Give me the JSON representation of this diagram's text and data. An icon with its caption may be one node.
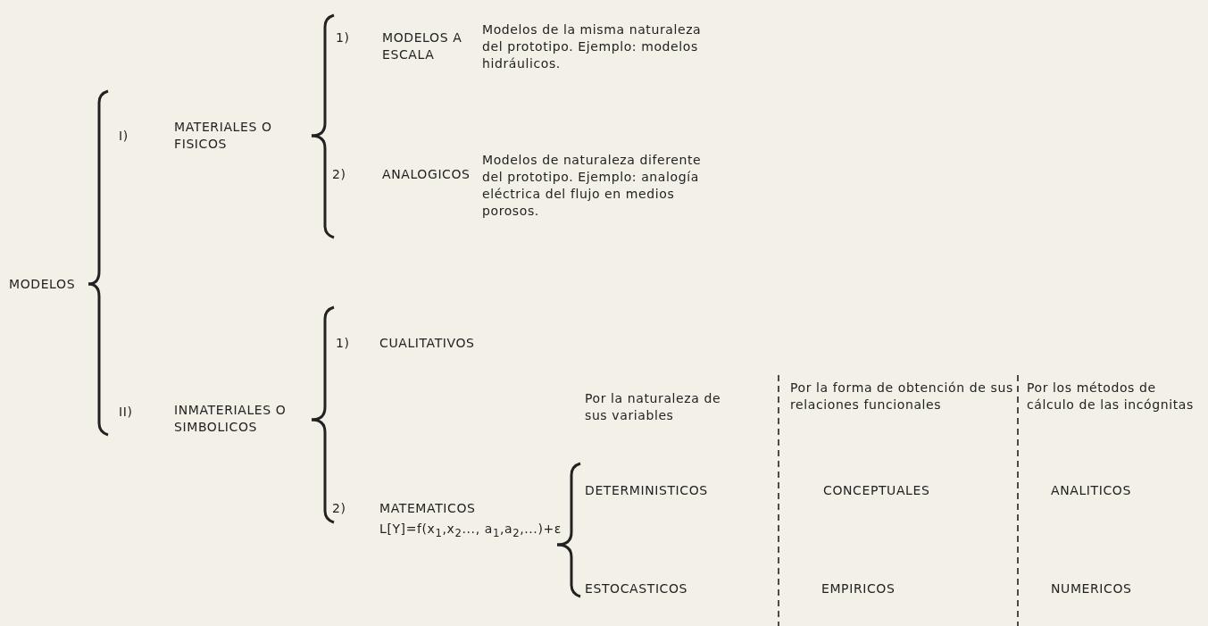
{
  "diagram": {
    "nodes": [
      {
        "text": [
          "MODELOS"
        ]
      },
      {
        "text": [
          "I)",
          "MATERIALES O FISICOS"
        ]
      },
      {
        "text": [
          "1)",
          "MODELOS A ESCALA"
        ],
        "beside": [
          "Modelos de la misma naturaleza del prototipo. Ejemplo: modelos hidráulicos."
        ]
      },
      {
        "text": [
          "2)",
          "ANALOGICOS"
        ],
        "beside": [
          "Modelos de naturaleza diferente del prototipo. Ejemplo: analogía eléctrica del flujo en medios porosos."
        ]
      },
      {
        "text": [
          "II)",
          "INMATERIALES O SIMBOLICOS"
        ]
      },
      {
        "text": [
          "1)",
          "CUALITATIVOS"
        ]
      },
      {
        "text": [
          "2)",
          "MATEMATICOS",
          "L[Y]=f(x$_{1}$,x$_{2}$..., a$_{1}$,a$_{2}$,...)+ε"
        ]
      },
      {
        "text": [
          "DETERMINISTICOS"
        ]
      },
      {
        "text": [
          "ESTOCASTICOS"
        ]
      }
    ],
    "edges": [
      {
        "from": 0,
        "to": 1,
        "arrow": "none"
      },
      {
        "from": 0,
        "to": 4,
        "arrow": "none"
      },
      {
        "from": 1,
        "to": 2,
        "arrow": "none"
      },
      {
        "from": 1,
        "to": 3,
        "arrow": "none"
      },
      {
        "from": 4,
        "to": 5,
        "arrow": "none"
      },
      {
        "from": 4,
        "to": 6,
        "arrow": "none"
      },
      {
        "from": 6,
        "to": 7,
        "arrow": "none"
      },
      {
        "from": 6,
        "to": 8,
        "arrow": "none"
      }
    ],
    "labels": [
      "Por la naturaleza de sus variables",
      "Por la forma de obtención de sus relaciones funcionales",
      "Por los métodos de cálculo de las incógnitas",
      "CONCEPTUALES",
      "ANALITICOS",
      "EMPIRICOS",
      "NUMERICOS"
    ]
  }
}
